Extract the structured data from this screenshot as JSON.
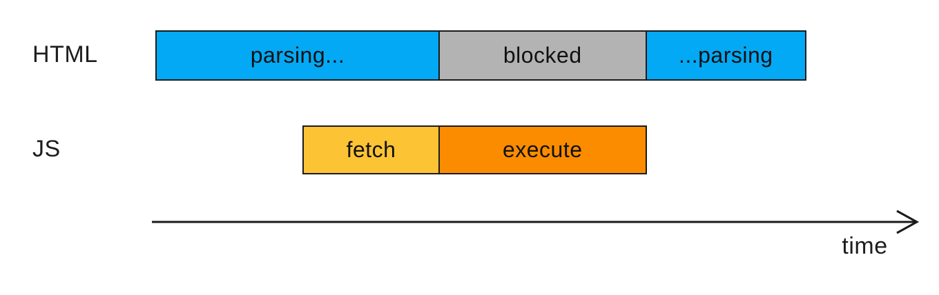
{
  "diagram": {
    "rows": [
      {
        "label": "HTML",
        "segments": [
          {
            "label": "parsing...",
            "color": "#03a9f4"
          },
          {
            "label": "blocked",
            "color": "#b3b3b3"
          },
          {
            "label": "...parsing",
            "color": "#03a9f4"
          }
        ]
      },
      {
        "label": "JS",
        "segments": [
          {
            "label": "fetch",
            "color": "#fcc434"
          },
          {
            "label": "execute",
            "color": "#fb8c00"
          }
        ]
      }
    ],
    "axis": {
      "label": "time",
      "line_color": "#1a1a1a"
    },
    "border_color": "#1a1a1a",
    "background_color": "#ffffff"
  }
}
